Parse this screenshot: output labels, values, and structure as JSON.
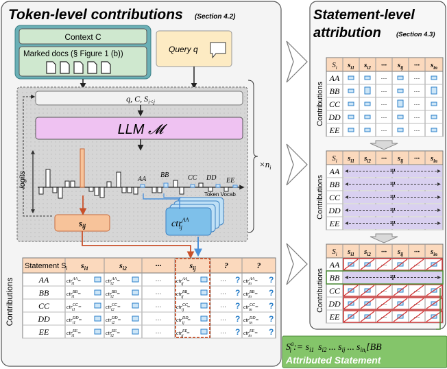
{
  "left": {
    "title": "Token-level contributions",
    "section": "(Section 4.2)",
    "context_label": "Context C",
    "marked_docs_label": "Marked docs (§ Figure 1 (b))",
    "query_label": "Query q",
    "state_label": "q, C, S",
    "state_sub": "i<j",
    "llm_label": "LLM 𝓜",
    "logits_label": "logits",
    "vocab_label": "Token Vocab",
    "token_labels": [
      "AA",
      "BB",
      "CC",
      "DD",
      "EE"
    ],
    "repeat_label": "×n",
    "repeat_sub": "i",
    "sij_label": "s",
    "sij_sub": "ij",
    "ctr_label": "ctr",
    "ctr_sup": "AA",
    "ctr_sub": "ij",
    "table": {
      "contrib_label": "Contributions",
      "headers": [
        "Statement S",
        "s",
        "s",
        "···",
        "s",
        "?",
        "?"
      ],
      "header_subs": [
        "i",
        "i1",
        "i2",
        "",
        "ij",
        "",
        ""
      ],
      "rows": [
        "AA",
        "BB",
        "CC",
        "DD",
        "EE"
      ],
      "col_subs": [
        "i1",
        "i2",
        "ij",
        "in"
      ],
      "dots": "···",
      "q": "?"
    }
  },
  "right": {
    "title_line1": "Statement-level",
    "title_line2": "attribution",
    "section": "(Section 4.3)",
    "contrib_label": "Contributions",
    "headers": [
      "S",
      "s",
      "s",
      "···",
      "s",
      "···",
      "s"
    ],
    "header_subs": [
      "i",
      "i1",
      "i2",
      "",
      "ij",
      "",
      "in"
    ],
    "rows": [
      "AA",
      "BB",
      "CC",
      "DD",
      "EE"
    ],
    "psi": "Ψ",
    "dots": "···"
  },
  "result": {
    "formula": "S := s   s  ... s   ... s   [BB",
    "formula_parts": [
      "S",
      "a",
      "i",
      ":= ",
      "s",
      "i1",
      "s",
      "i2",
      "...",
      "s",
      "ij",
      "...",
      "s",
      "in",
      "i",
      "[BB"
    ],
    "caption": "Attributed Statement"
  },
  "colors": {
    "teal": "#5aa9b0",
    "green": "#cfe8cf",
    "query": "#fdebc3",
    "llm": "#efc2f2",
    "peach": "#f7c39a",
    "blue": "#5aa8d6",
    "psi_fill": "#d9d0f0",
    "red": "#d03030",
    "panel": "#f2f2f2",
    "grey_inner": "#dcdcdc"
  }
}
